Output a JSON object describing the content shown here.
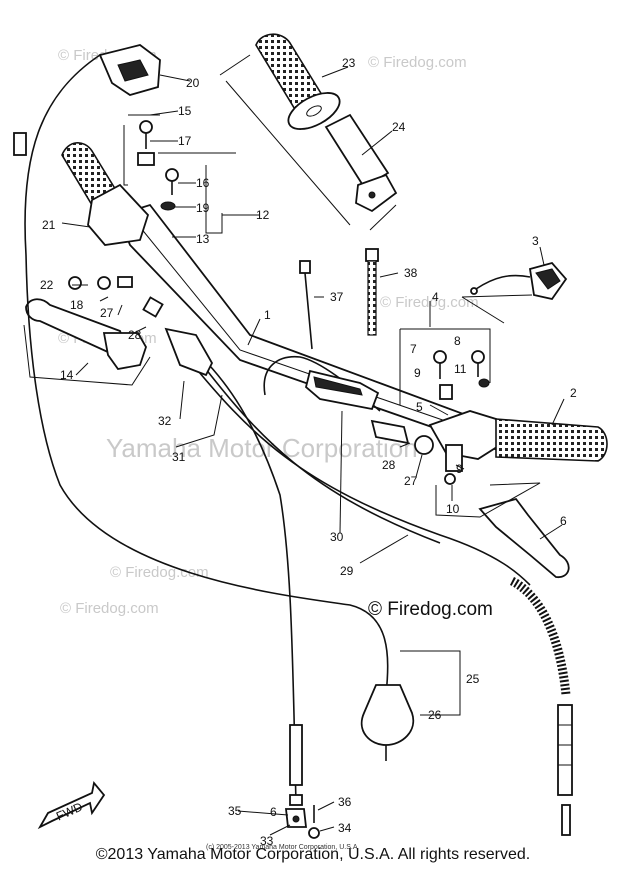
{
  "watermarks": {
    "firedog_1": "© Firedog.com",
    "firedog_2": "© Firedog.com",
    "firedog_3": "© Firedog.com",
    "firedog_4": "© Firedog.com",
    "firedog_5": "© Firedog.com",
    "firedog_6": "© Firedog.com",
    "firedog_main": "© Firedog.com",
    "yamaha": "Yamaha Motor Corporation"
  },
  "labels": {
    "p1": "1",
    "p2": "2",
    "p3": "3",
    "p4": "4",
    "p5": "5",
    "p6": "6",
    "p7": "7",
    "p8": "8",
    "p9": "9",
    "p10": "10",
    "p11": "11",
    "p12": "12",
    "p13": "13",
    "p14": "14",
    "p15": "15",
    "p16": "16",
    "p17": "17",
    "p18": "18",
    "p19": "19",
    "p20": "20",
    "p21": "21",
    "p22": "22",
    "p23": "23",
    "p24": "24",
    "p25": "25",
    "p26": "26",
    "p27a": "27",
    "p27b": "27",
    "p28a": "28",
    "p28b": "28",
    "p29": "29",
    "p30": "30",
    "p31": "31",
    "p32": "32",
    "p33": "33",
    "p34": "34",
    "p35": "35",
    "p36": "36",
    "p37": "37",
    "p38": "38",
    "p6b": "6",
    "p9b": "9"
  },
  "fwd_label": "FWD",
  "small_copyright": "(c) 2005-2013 Yamaha Motor Corporation, U.S.A",
  "footer": "©2013 Yamaha Motor Corporation, U.S.A. All rights reserved."
}
